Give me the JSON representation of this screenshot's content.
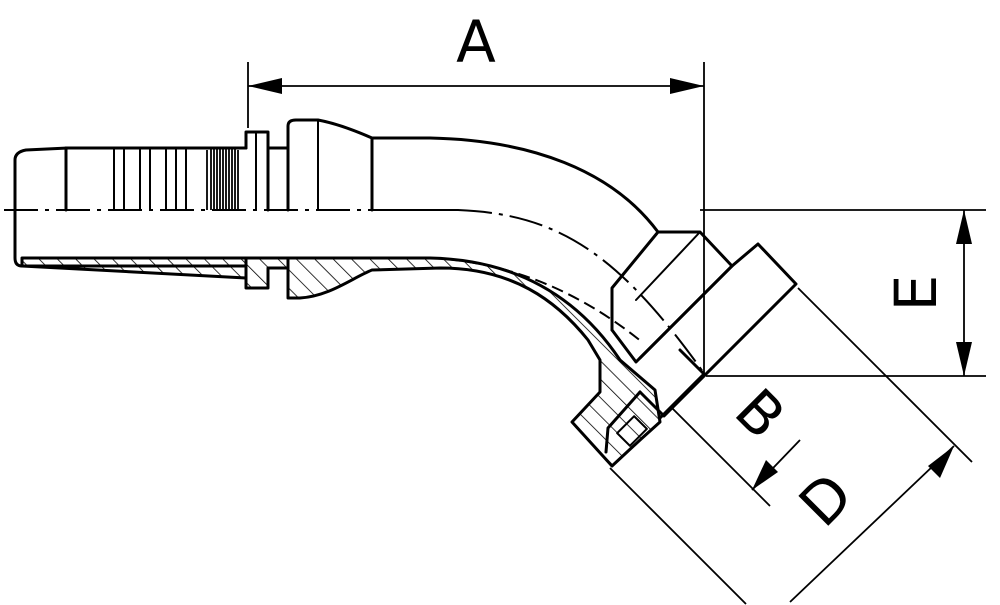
{
  "dimensions": {
    "a": "A",
    "b": "B",
    "d": "D",
    "e": "E"
  }
}
